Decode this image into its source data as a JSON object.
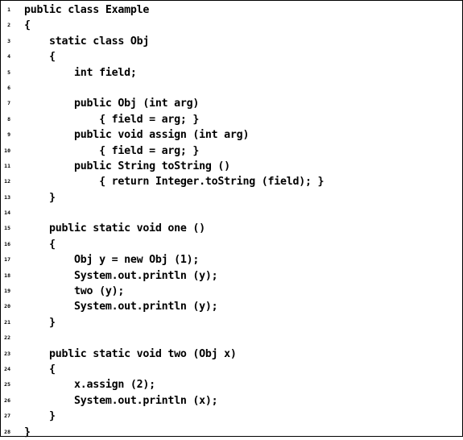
{
  "listing": {
    "lines": [
      {
        "num": "1",
        "text": "public class Example"
      },
      {
        "num": "2",
        "text": "{"
      },
      {
        "num": "3",
        "text": "    static class Obj"
      },
      {
        "num": "4",
        "text": "    {"
      },
      {
        "num": "5",
        "text": "        int field;"
      },
      {
        "num": "6",
        "text": ""
      },
      {
        "num": "7",
        "text": "        public Obj (int arg)"
      },
      {
        "num": "8",
        "text": "            { field = arg; }"
      },
      {
        "num": "9",
        "text": "        public void assign (int arg)"
      },
      {
        "num": "10",
        "text": "            { field = arg; }"
      },
      {
        "num": "11",
        "text": "        public String toString ()"
      },
      {
        "num": "12",
        "text": "            { return Integer.toString (field); }"
      },
      {
        "num": "13",
        "text": "    }"
      },
      {
        "num": "14",
        "text": ""
      },
      {
        "num": "15",
        "text": "    public static void one ()"
      },
      {
        "num": "16",
        "text": "    {"
      },
      {
        "num": "17",
        "text": "        Obj y = new Obj (1);"
      },
      {
        "num": "18",
        "text": "        System.out.println (y);"
      },
      {
        "num": "19",
        "text": "        two (y);"
      },
      {
        "num": "20",
        "text": "        System.out.println (y);"
      },
      {
        "num": "21",
        "text": "    }"
      },
      {
        "num": "22",
        "text": ""
      },
      {
        "num": "23",
        "text": "    public static void two (Obj x)"
      },
      {
        "num": "24",
        "text": "    {"
      },
      {
        "num": "25",
        "text": "        x.assign (2);"
      },
      {
        "num": "26",
        "text": "        System.out.println (x);"
      },
      {
        "num": "27",
        "text": "    }"
      },
      {
        "num": "28",
        "text": "}"
      }
    ]
  }
}
